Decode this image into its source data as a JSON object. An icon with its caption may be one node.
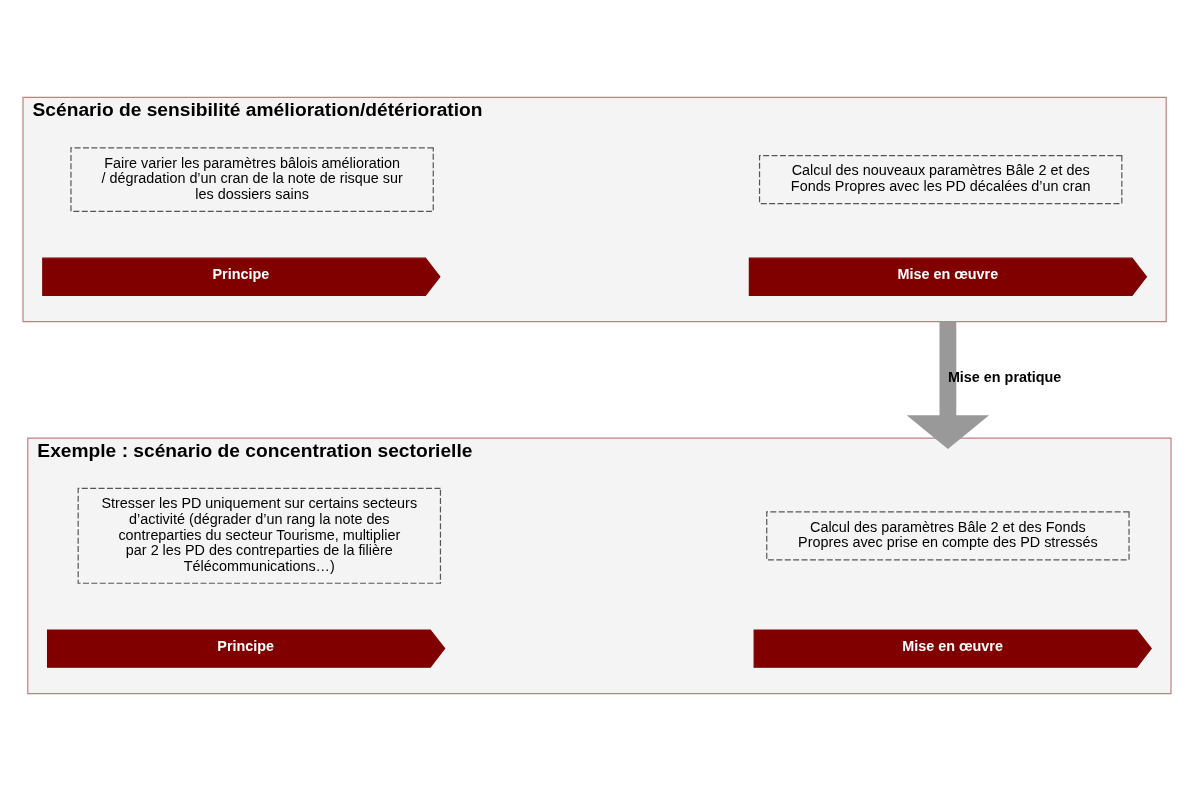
{
  "diagram": {
    "nodes": [
      {
        "text": [
          "Scénario de sensibilité amélioration/détérioration"
        ]
      },
      {
        "text": [
          "Faire varier les paramètres bâlois amélioration / dégradation d’un cran de la note de risque sur les dossiers sains"
        ],
        "in": 0
      },
      {
        "text": [
          "Calcul des nouveaux paramètres Bâle 2 et des Fonds Propres avec les PD décalées d’un cran"
        ],
        "in": 0
      },
      {
        "text": [
          "Principe"
        ],
        "in": 0
      },
      {
        "text": [
          "Mise en œuvre"
        ],
        "in": 0
      },
      {
        "text": [
          "Exemple : scénario de concentration sectorielle"
        ]
      },
      {
        "text": [
          "Stresser les PD uniquement sur certains secteurs d’activité (dégrader d’un rang la note des contreparties du secteur Tourisme, multiplier par 2 les PD des contreparties de la filière Télécommunications…)"
        ],
        "in": 5
      },
      {
        "text": [
          "Calcul des paramètres Bâle 2 et des Fonds Propres avec prise en compte des PD stressés"
        ],
        "in": 5
      },
      {
        "text": [
          "Principe"
        ],
        "in": 5
      },
      {
        "text": [
          "Mise en œuvre"
        ],
        "in": 5
      }
    ],
    "edges": [
      {
        "from": 0,
        "to": 5,
        "arrow": "to",
        "label": "Mise en pratique"
      }
    ]
  }
}
